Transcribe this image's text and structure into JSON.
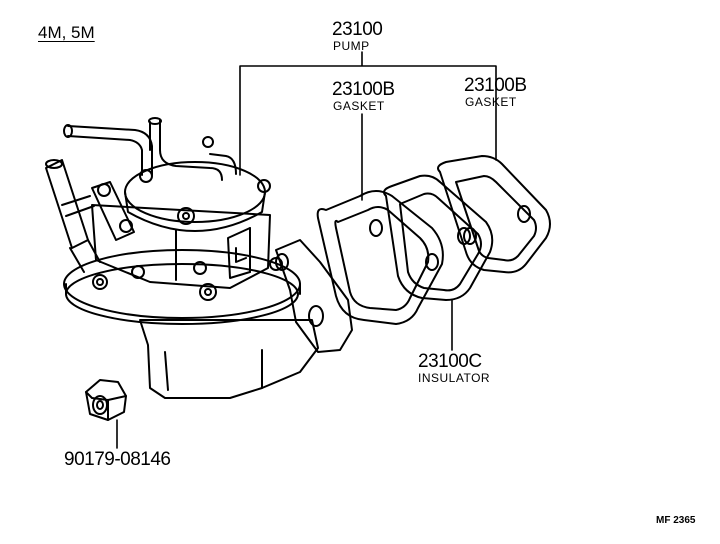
{
  "header": {
    "model_code": "4M, 5M"
  },
  "callouts": {
    "pump": {
      "part_no": "23100",
      "name": "PUMP"
    },
    "gasket_a": {
      "part_no": "23100B",
      "name": "GASKET"
    },
    "gasket_b": {
      "part_no": "23100B",
      "name": "GASKET"
    },
    "insulator": {
      "part_no": "23100C",
      "name": "INSULATOR"
    },
    "nut": {
      "part_no": "90179-08146"
    }
  },
  "footer": {
    "figure_ref": "MF 2365"
  },
  "colors": {
    "ink": "#000000",
    "paper": "#ffffff"
  }
}
